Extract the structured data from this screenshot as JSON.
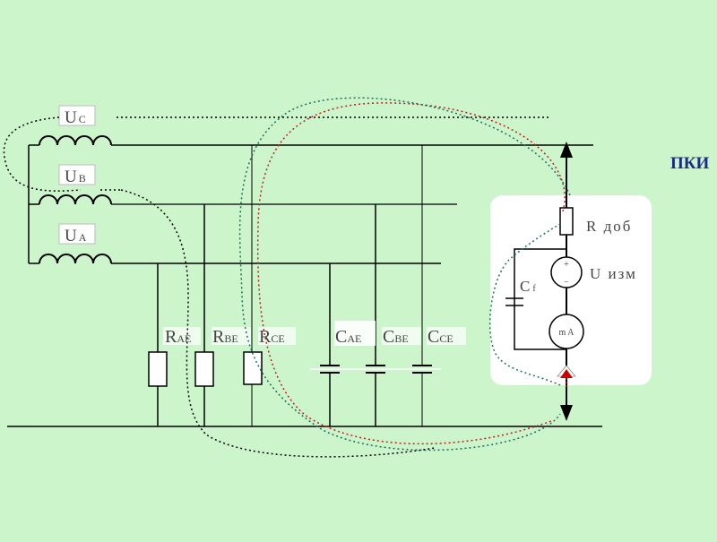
{
  "labels": {
    "uc": {
      "main": "U",
      "sub": "C"
    },
    "ub": {
      "main": "U",
      "sub": "B"
    },
    "ua": {
      "main": "U",
      "sub": "A"
    },
    "rae": {
      "main": "R",
      "sub": "AE"
    },
    "rbe": {
      "main": "R",
      "sub": "BE"
    },
    "rce": {
      "main": "R",
      "sub": "CE"
    },
    "cae": {
      "main": "C",
      "sub": "AE"
    },
    "cbe": {
      "main": "C",
      "sub": "BE"
    },
    "cce": {
      "main": "C",
      "sub": "CE"
    },
    "cf": {
      "main": "C",
      "sub": "f"
    },
    "rdob": "R доб",
    "uizm": "U изм",
    "ma": "m A",
    "plus": "+",
    "minus": "−",
    "pki": "ПКИ"
  },
  "colors": {
    "background": "#ccf5cc",
    "panel": "#ffffff",
    "wire": "#000000",
    "red_path": "#bb2222",
    "green_path": "#1f6f5f",
    "arrow_head": "#cc0000",
    "pki_text": "#1a2a88"
  }
}
